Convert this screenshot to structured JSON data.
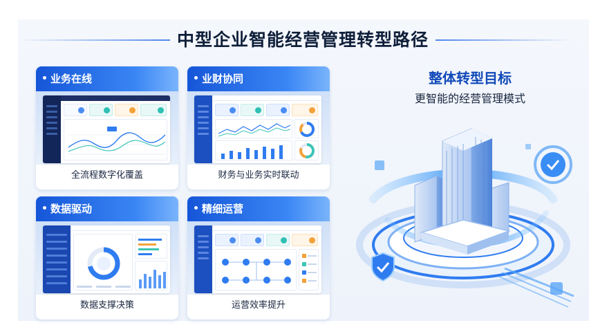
{
  "title": "中型企业智能经营管理转型路径",
  "cards": [
    {
      "title": "业务在线",
      "caption": "全流程数字化覆盖"
    },
    {
      "title": "业财协同",
      "caption": "财务与业务实时联动"
    },
    {
      "title": "数据驱动",
      "caption": "数据支撑决策"
    },
    {
      "title": "精细运营",
      "caption": "运营效率提升"
    }
  ],
  "goal": {
    "title": "整体转型目标",
    "subtitle": "更智能的经营管理模式"
  },
  "colors": {
    "header_blue": "#1556d8",
    "accent_blue": "#3a86f5",
    "goal_title": "#1049b8",
    "dark_text": "#0f1f3a"
  },
  "icons": [
    "shield-check-icon",
    "building-icon",
    "cube-icon"
  ]
}
